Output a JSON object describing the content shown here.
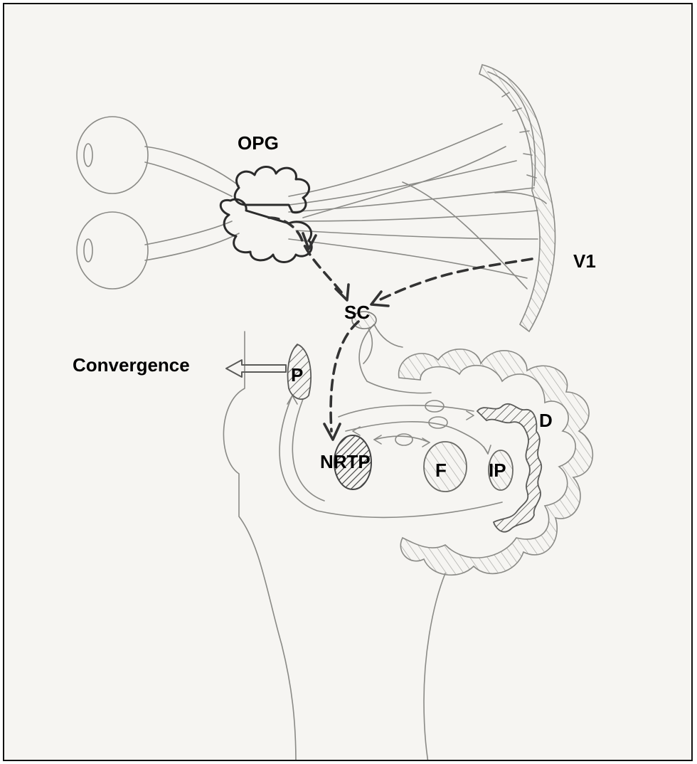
{
  "labels": {
    "opg": "OPG",
    "v1": "V1",
    "sc": "SC",
    "convergence": "Convergence",
    "p": "P",
    "d": "D",
    "nrtp": "NRTP",
    "f": "F",
    "ip": "IP"
  },
  "colors": {
    "pencil": "#8a8a86",
    "ink": "#2b2b2b",
    "paper": "#f6f5f2",
    "label": "#000000"
  }
}
